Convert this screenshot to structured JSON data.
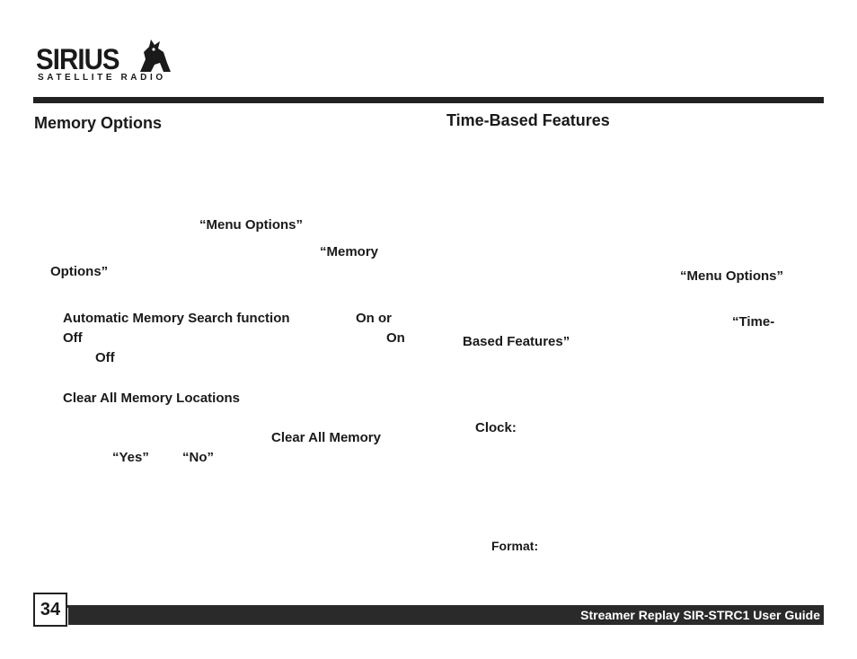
{
  "logo": {
    "wordmark": "SIRIUS",
    "tagline": "SATELLITE RADIO"
  },
  "left": {
    "heading": "Memory Options",
    "menu_options": "“Menu Options”",
    "memory": "“Memory",
    "options": "Options”",
    "auto_search": "Automatic Memory Search function",
    "on_or": "On or",
    "off1": "Off",
    "on": "On",
    "off2": "Off",
    "clear_all_locations": "Clear All Memory Locations",
    "clear_all_memory": "Clear All Memory",
    "yes": "“Yes”",
    "no": "“No”"
  },
  "right": {
    "heading": "Time-Based Features",
    "menu_options": "“Menu Options”",
    "time": "“Time-",
    "based_features": "Based Features”",
    "clock": "Clock:",
    "format": "Format:"
  },
  "footer": {
    "page_number": "34",
    "guide_title": "Streamer Replay SIR-STRC1 User Guide"
  }
}
